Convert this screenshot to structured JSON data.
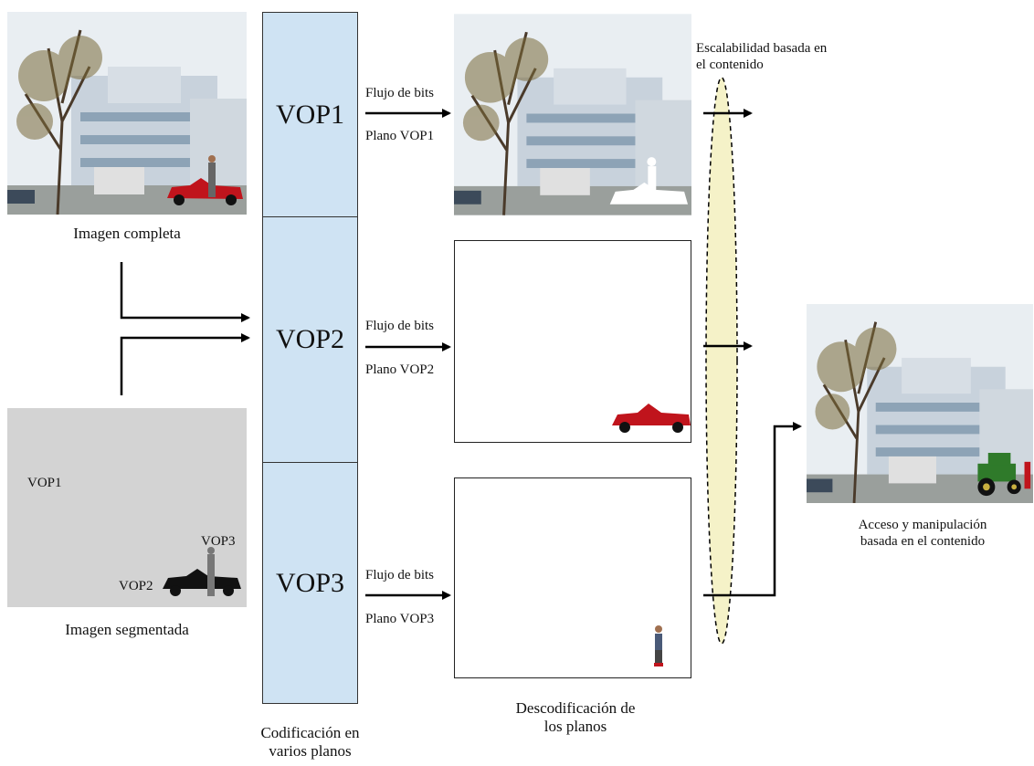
{
  "full_image_label": "Imagen completa",
  "segmented_image_label": "Imagen segmentada",
  "segmented": {
    "vop1": "VOP1",
    "vop2": "VOP2",
    "vop3": "VOP3"
  },
  "coding": {
    "boxes": [
      "VOP1",
      "VOP2",
      "VOP3"
    ],
    "caption_line1": "Codificación en",
    "caption_line2": "varios planos"
  },
  "streams": [
    {
      "bits": "Flujo de bits",
      "plane": "Plano VOP1"
    },
    {
      "bits": "Flujo de bits",
      "plane": "Plano VOP2"
    },
    {
      "bits": "Flujo de bits",
      "plane": "Plano VOP3"
    }
  ],
  "decoding_caption": {
    "line1": "Descodificación de",
    "line2": "los planos"
  },
  "scalability_label": {
    "line1": "Escalabilidad basada en",
    "line2": "el contenido"
  },
  "access_label": {
    "line1": "Acceso y manipulación",
    "line2": "basada en el contenido"
  },
  "colors": {
    "vop_box": "#cfe3f3",
    "segmented_bg": "#d3d3d3",
    "ellipse_fill": "#f5f2c8",
    "car": "#c0141c",
    "tractor": "#2f7a2a"
  }
}
